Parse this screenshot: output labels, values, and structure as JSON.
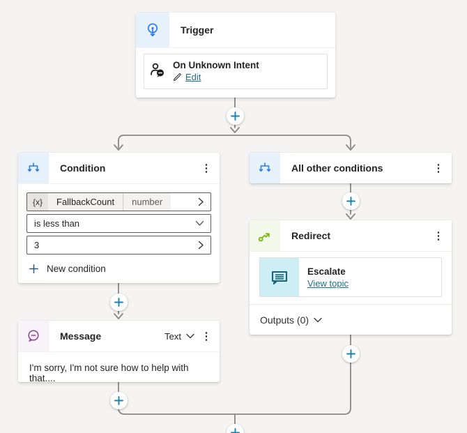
{
  "colors": {
    "background": "#f5f4f2",
    "accent_blue": "#2b7de9",
    "accent_green": "#76b50a",
    "accent_purple": "#8f3f98",
    "link_teal": "#20708e",
    "plus_teal": "#1a82ad",
    "connector_gray": "#8a8886"
  },
  "icons": {
    "more": "⋮"
  },
  "nodes": {
    "trigger": {
      "title": "Trigger",
      "intent": {
        "title": "On Unknown Intent",
        "edit_label": "Edit"
      }
    },
    "condition": {
      "title": "Condition",
      "variable": {
        "badge": "{x}",
        "name": "FallbackCount",
        "type": "number"
      },
      "operator": "is less than",
      "value": "3",
      "new_condition_label": "New condition"
    },
    "all_other_conditions": {
      "title": "All other conditions"
    },
    "redirect": {
      "title": "Redirect",
      "topic": {
        "title": "Escalate",
        "link_label": "View topic"
      },
      "outputs_label": "Outputs (0)"
    },
    "message": {
      "title": "Message",
      "mode_label": "Text",
      "body": "I'm sorry, I'm not sure how to help with that...."
    }
  }
}
